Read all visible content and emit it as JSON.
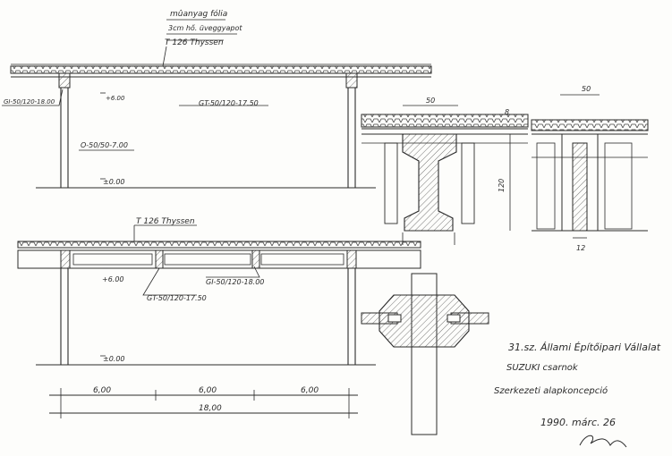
{
  "labels": {
    "roof_membrane": "mûanyag fólia",
    "roof_insulation": "3cm hő. üveggyapot",
    "top_deck": "T 126 Thyssen",
    "left_beam": "GI-50/120-18.00",
    "top_height": "+6.00",
    "top_girder": "GT-50/120-17.50",
    "column": "O-50/50-7.00",
    "top_ground": "±0.00",
    "bottom_deck": "T 126 Thyssen",
    "bottom_height": "+6.00",
    "bottom_beam": "GI-50/120-18.00",
    "bottom_girder": "GT-50/120-17.50",
    "bottom_ground": "±0.00",
    "dim_1": "6,00",
    "dim_2": "6,00",
    "dim_3": "6,00",
    "dim_total": "18,00",
    "detail_a_width": "50",
    "detail_a_height": "120",
    "detail_a_offset": "8",
    "detail_b_width": "50",
    "detail_b_bottom": "12"
  },
  "title_block": {
    "company": "31.sz. Állami Építőipari Vállalat",
    "project": "SUZUKI csarnok",
    "subject": "Szerkezeti alapkoncepció",
    "date": "1990. márc. 26"
  },
  "colors": {
    "ink": "#2a2a2a",
    "paper": "#fdfdfb",
    "hatch": "#3a3a3a"
  }
}
